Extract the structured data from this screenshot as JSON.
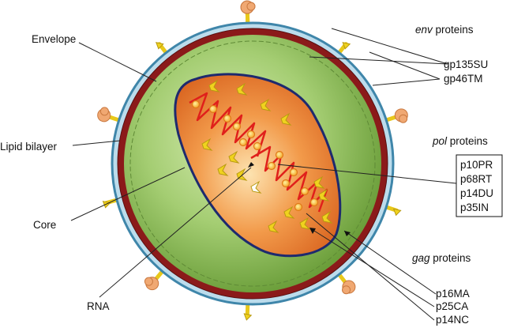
{
  "labels": {
    "envelope": "Envelope",
    "lipid_bilayer": "Lipid bilayer",
    "core": "Core",
    "rna": "RNA"
  },
  "env": {
    "heading_italic": "env",
    "heading_rest": " proteins",
    "items": [
      "gp135SU",
      "gp46TM"
    ]
  },
  "pol": {
    "heading_italic": "pol",
    "heading_rest": " proteins",
    "items": [
      "p10PR",
      "p68RT",
      "p14DU",
      "p35IN"
    ]
  },
  "gag": {
    "heading_italic": "gag",
    "heading_rest": " proteins",
    "items": [
      "p16MA",
      "p25CA",
      "p14NC"
    ]
  },
  "colors": {
    "outer_membrane": "#4a8fb0",
    "red_layer": "#8b1a1a",
    "matrix_green": "#7fae4a",
    "core_orange": "#e8752a",
    "core_outline": "#1e2a6e",
    "rna_red": "#e0201b",
    "protein_yellow": "#f0d21e",
    "spike_head": "#f0a872"
  }
}
